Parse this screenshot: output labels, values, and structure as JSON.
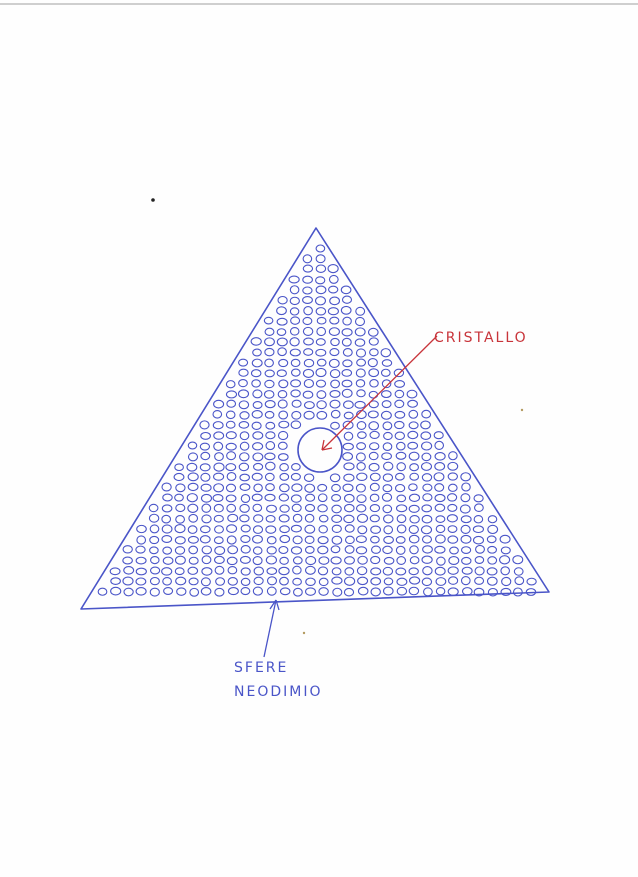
{
  "colors": {
    "paper": "#fefefe",
    "ink_blue": "#4a55c8",
    "ink_red": "#c8343a"
  },
  "labels": {
    "crystal": "CRISTALLO",
    "spheres_line1": "SFERE",
    "spheres_line2": "NEODIMIO"
  }
}
